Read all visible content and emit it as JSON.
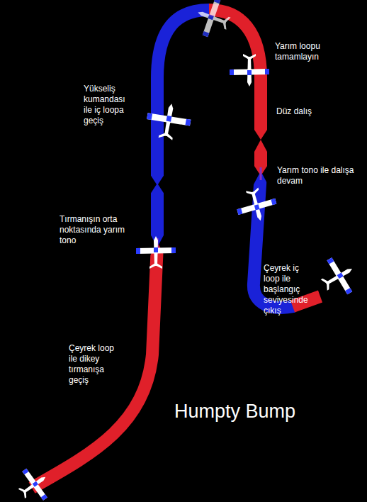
{
  "diagram": {
    "title": "Humpty Bump",
    "labels": [
      "Yarım loopu tamamlayın",
      "Yükseliş kumandası ile iç loopa geçiş",
      "Düz dalış",
      "Yarım tono ile dalışa devam",
      "Tırmanışın orta noktasında yarım tono",
      "Çeyrek iç loop ile başlangıç seviyesinde çıkış",
      "Çeyrek loop ile dikey tırmanışa geçiş"
    ]
  }
}
